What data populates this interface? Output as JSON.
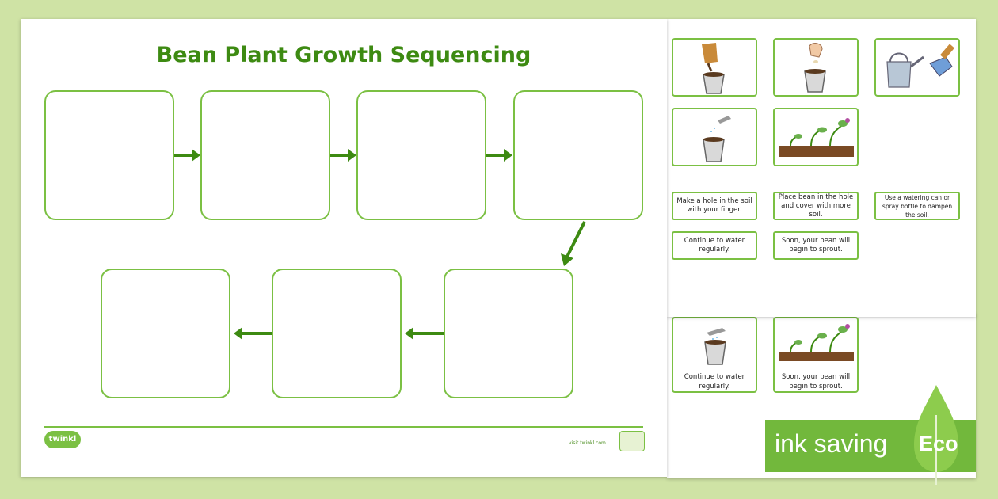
{
  "worksheet": {
    "title": "Bean Plant Growth Sequencing",
    "logo_text": "twinkl",
    "site": "visit twinkl.com"
  },
  "cards": {
    "labels": [
      "Make a hole in the soil with your finger.",
      "Place bean in the hole and cover with more soil.",
      "Use a watering can or spray bottle to dampen the soil.",
      "Continue to water regularly.",
      "Soon, your bean will begin to sprout."
    ],
    "back_captions": [
      "Continue to water regularly.",
      "Soon, your bean will begin to sprout."
    ],
    "images": [
      "pour-soil-icon",
      "place-bean-icon",
      "watering-can-icon",
      "water-pot-icon",
      "sprouting-bean-icon"
    ]
  },
  "eco": {
    "text": "ink saving",
    "label": "Eco",
    "color": "#72b83c"
  },
  "colors": {
    "accent": "#7bc043",
    "title": "#3d8a12",
    "arrow": "#3d8a12",
    "background": "#cfe3a5"
  }
}
